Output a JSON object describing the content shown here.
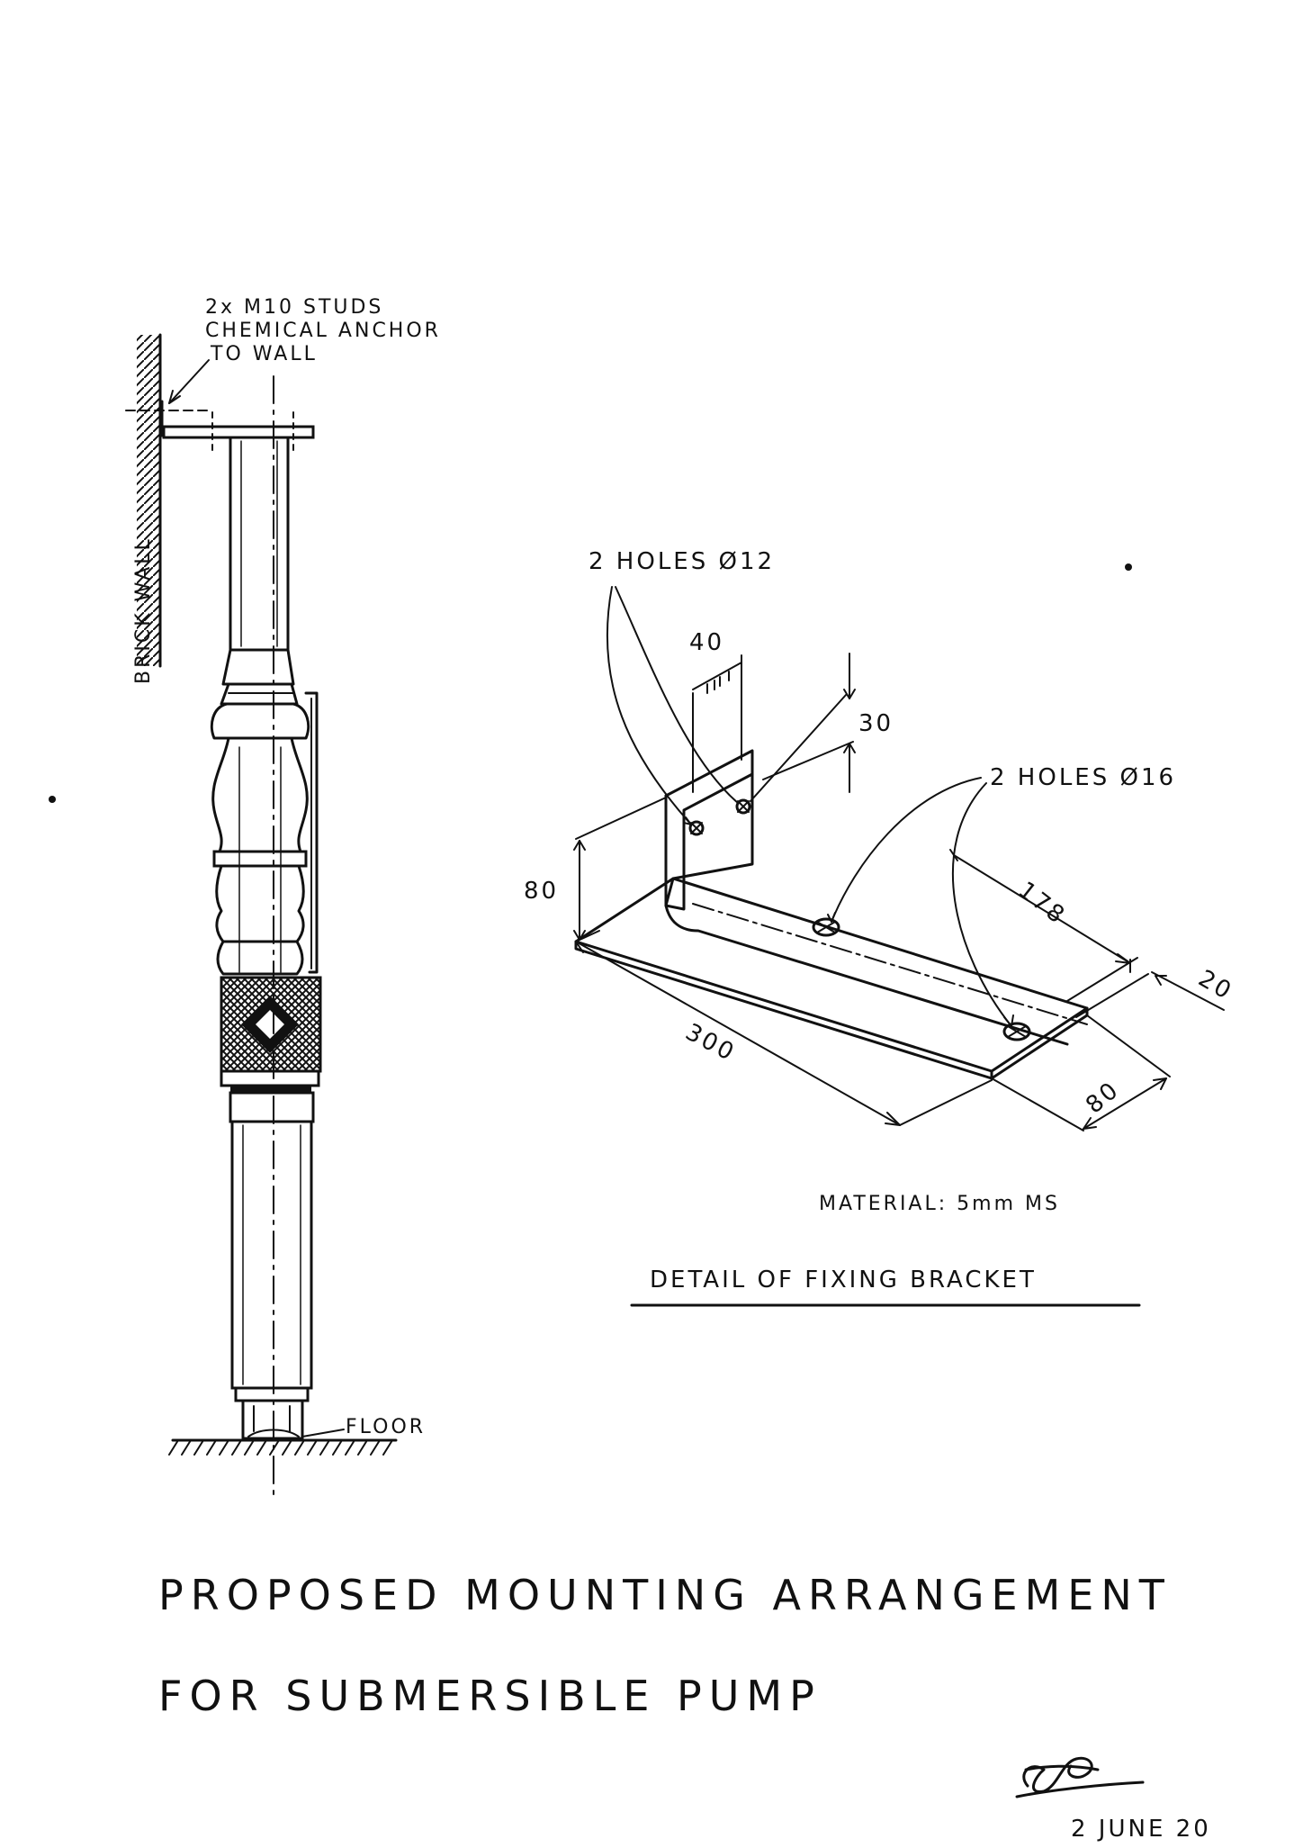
{
  "pump": {
    "stud_note": [
      "2x M10 STUDS",
      "CHEMICAL ANCHOR",
      "TO WALL"
    ],
    "wall_label": "BRICK WALL",
    "floor_label": "FLOOR"
  },
  "bracket": {
    "holes_small": "2 HOLES Ø12",
    "holes_large": "2 HOLES Ø16",
    "dims": {
      "upright_width": "40",
      "hole_offset": "30",
      "height": "80",
      "hole_spacing": "178",
      "end_offset": "20",
      "length": "300",
      "depth": "80"
    },
    "material": "MATERIAL: 5mm MS",
    "detail_title": "DETAIL OF FIXING BRACKET"
  },
  "title": {
    "line1": "PROPOSED MOUNTING ARRANGEMENT",
    "line2": "FOR SUBMERSIBLE PUMP"
  },
  "signature": {
    "date": "2 JUNE 20"
  }
}
